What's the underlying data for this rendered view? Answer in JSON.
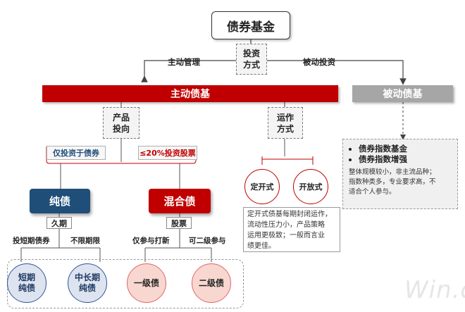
{
  "top": {
    "title": "债券基金",
    "method_box": [
      "投资",
      "方式"
    ],
    "left_label": "主动管理",
    "right_label": "被动投资"
  },
  "active": {
    "bar": "主动债基",
    "product_box": [
      "产品",
      "投向"
    ],
    "operation_box": [
      "运作",
      "方式"
    ],
    "tag_pure": "仅投资于债券",
    "tag_mixed": "≤20%投资股票",
    "pure_bond": "纯债",
    "mixed_bond": "混合债",
    "duration_tag": "久期",
    "stock_tag": "股票",
    "pure_left_label": "投短期债券",
    "pure_right_label": "不限期限",
    "mixed_left_label": "仅参与打新",
    "mixed_right_label": "可二级参与",
    "short_term": [
      "短期",
      "纯债"
    ],
    "mid_long_term": [
      "中长期",
      "纯债"
    ],
    "level_one": "一级债",
    "level_two": "二级债",
    "closed_end": "定开式",
    "open_end": "开放式",
    "note": [
      "定开式债基每期封闭运作，",
      "流动性压力小，产品策略",
      "运用更极致；一般而言业",
      "绩更佳。"
    ]
  },
  "passive": {
    "bar": "被动债基",
    "items": [
      "债券指数基金",
      "债券指数增强"
    ],
    "desc": [
      "整体规模较小，非主流品种；",
      "指数种类多，专业要求高，不",
      "适合个人参与。"
    ]
  },
  "watermark": "Win.d",
  "colors": {
    "red": "#c00000",
    "blue": "#1f4e79",
    "gray": "#a6a6a6"
  }
}
